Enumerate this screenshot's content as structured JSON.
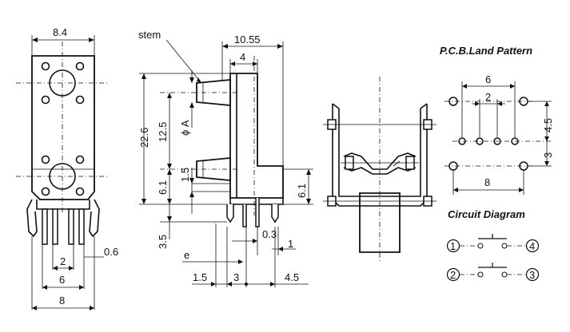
{
  "front_view": {
    "width_label": "8.4",
    "pin_spacing_labels": [
      "2",
      "6",
      "8"
    ],
    "pin_width_label": "0.6"
  },
  "side_view": {
    "stem_label": "stem",
    "overall_depth_label": "10.55",
    "stem_length_label": "4",
    "height_label": "22.6",
    "spacing_12_5": "12.5",
    "phi_a_label": "ϕ A",
    "label_6_1_left": "6.1",
    "label_1_5_vertical": "1.5",
    "label_6_1_right": "6.1",
    "pin_length_label": "3.5",
    "label_0_3": "0.3",
    "label_1": "1",
    "label_e": "e",
    "bottom_labels": [
      "1.5",
      "3",
      "4.5"
    ]
  },
  "pcb": {
    "title": "P.C.B.Land Pattern",
    "label_6": "6",
    "label_2": "2",
    "label_4_5": "4.5",
    "label_3": "3",
    "label_8": "8"
  },
  "circuit": {
    "title": "Circuit Diagram",
    "terminals": [
      "1",
      "4",
      "2",
      "3"
    ]
  }
}
